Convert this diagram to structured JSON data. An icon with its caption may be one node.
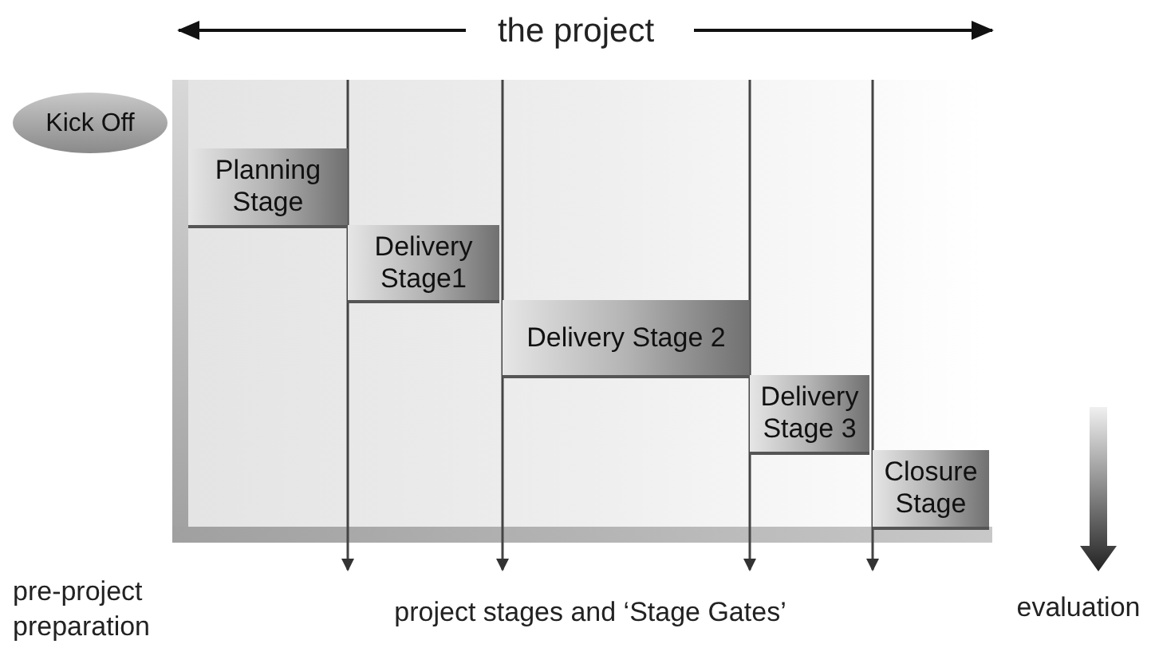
{
  "diagram": {
    "nodes": [
      {
        "text": [
          "Kick Off"
        ]
      },
      {
        "text": [
          "Planning Stage"
        ]
      },
      {
        "text": [
          "Delivery Stage1"
        ]
      },
      {
        "text": [
          "Delivery Stage 2"
        ]
      },
      {
        "text": [
          "Delivery Stage 3"
        ]
      },
      {
        "text": [
          "Closure Stage"
        ]
      }
    ],
    "labels": [
      "the project",
      "pre-project preparation",
      "project stages and ‘Stage Gates’",
      "evaluation"
    ]
  }
}
